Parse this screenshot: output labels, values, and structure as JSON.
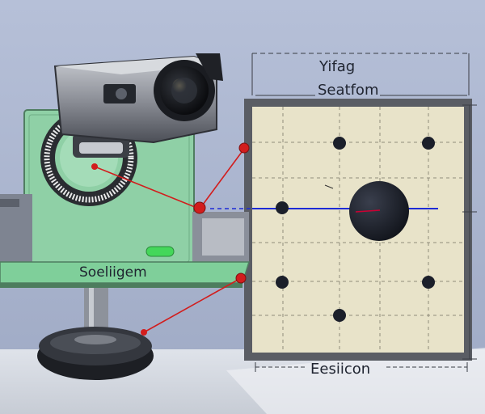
{
  "labels": {
    "top_line1": "Yifag",
    "top_line2": "Seatfom",
    "bottom": "Eesiicon",
    "left_panel": "Soeliigem"
  },
  "colors": {
    "background": "#aab6d0",
    "board_fill": "#e8e3c9",
    "board_frame": "#5a5d64",
    "green_panel": "#8fd0a6",
    "stage": "#7fcf9a",
    "laser_red": "#d21d1d",
    "beam_blue": "#1d2bd6",
    "dot": "#1b1f2a",
    "camera_body": "#8a8d94"
  }
}
